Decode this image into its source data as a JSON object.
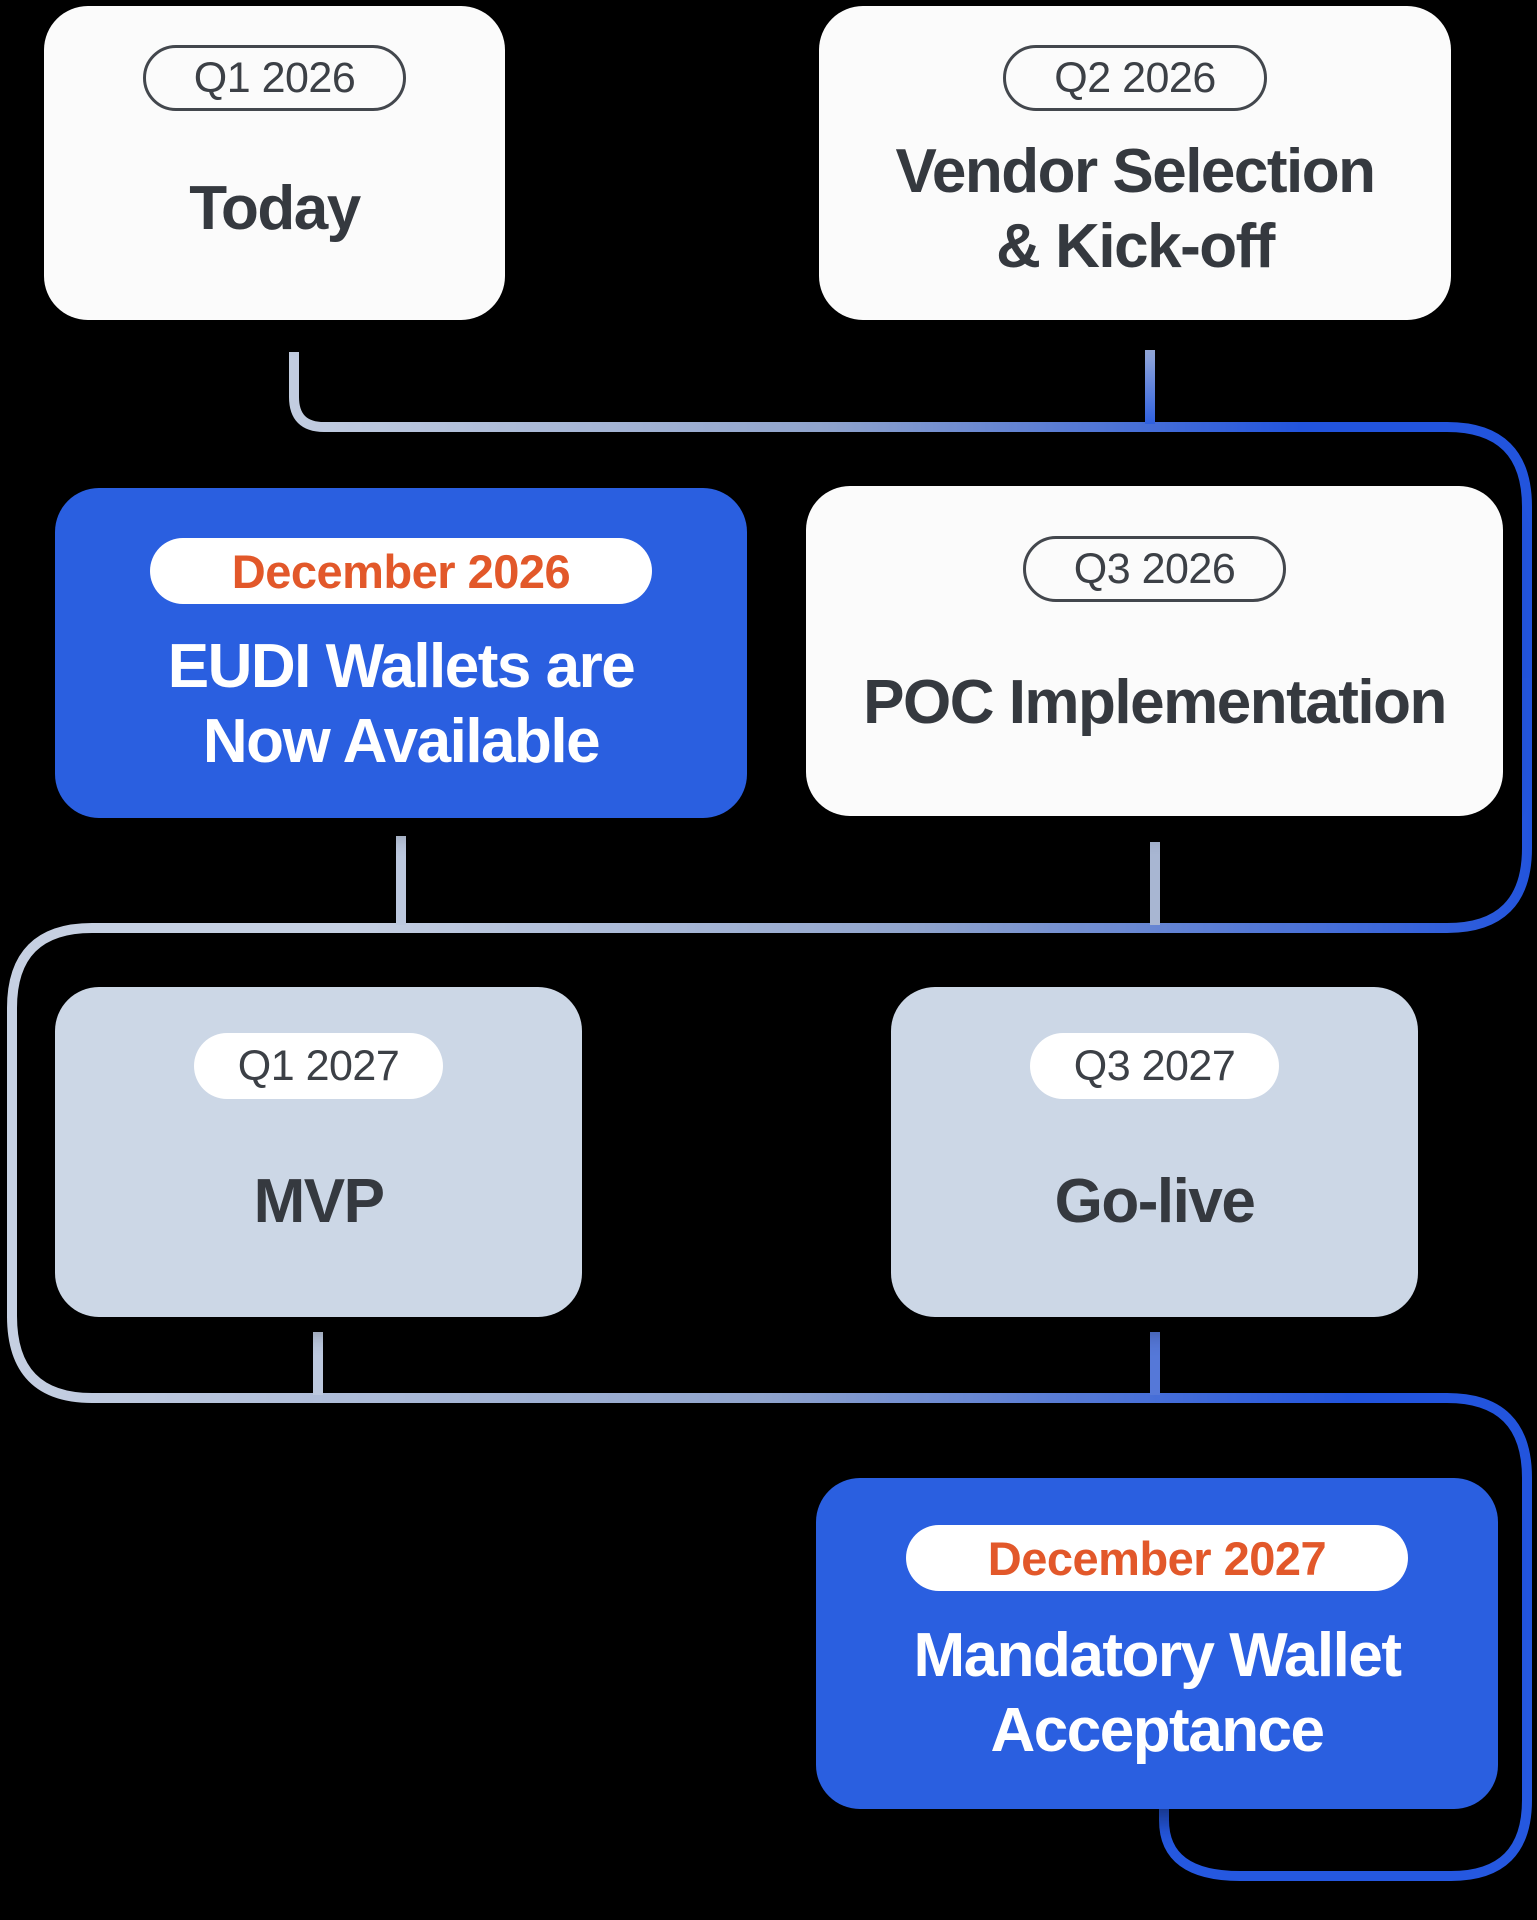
{
  "theme": {
    "accent-blue": "#2a5fe0",
    "accent-orange": "#e2582a",
    "ink": "#35393f",
    "card-white": "#fbfbfb",
    "card-gray": "#ccd7e6",
    "line-light": "#c6d0e2",
    "line-mid": "#8fa3cc",
    "line-blue": "#2254dd",
    "bg": "#000000"
  },
  "cards": [
    {
      "badge": "Q1 2026",
      "lines": [
        "Today"
      ]
    },
    {
      "badge": "Q2 2026",
      "lines": [
        "Vendor Selection",
        "& Kick-off"
      ]
    },
    {
      "badge": "December 2026",
      "lines": [
        "EUDI Wallets are",
        "Now Available"
      ]
    },
    {
      "badge": "Q3 2026",
      "lines": [
        "POC Implementation"
      ]
    },
    {
      "badge": "Q1 2027",
      "lines": [
        "MVP"
      ]
    },
    {
      "badge": "Q3 2027",
      "lines": [
        "Go-live"
      ]
    },
    {
      "badge": "December 2027",
      "lines": [
        "Mandatory Wallet",
        "Acceptance"
      ]
    }
  ]
}
